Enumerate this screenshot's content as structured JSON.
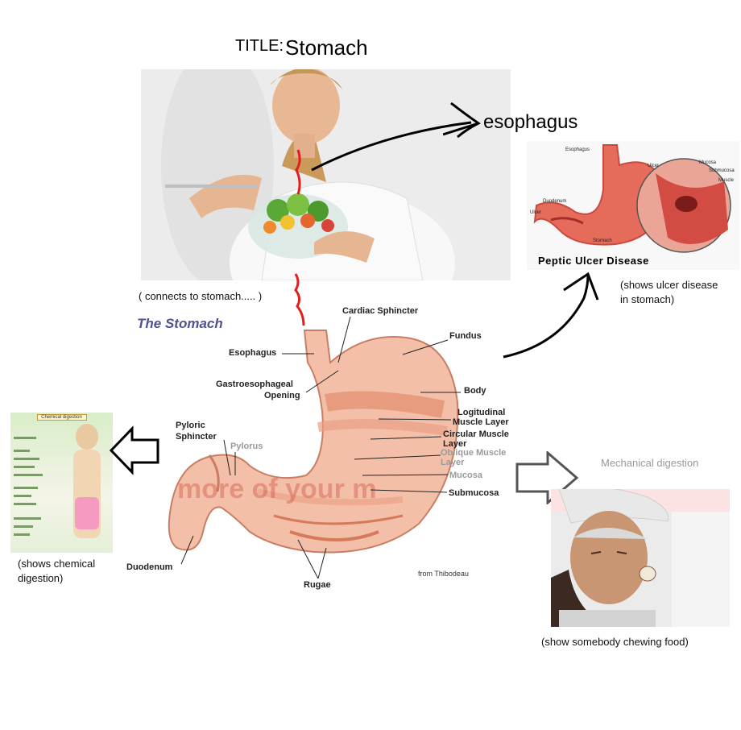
{
  "title": {
    "prefix": "TITLE:",
    "main": "Stomach"
  },
  "top_photo": {
    "annotation": "esophagus",
    "caption": "( connects to stomach..... )"
  },
  "ulcer": {
    "image_title": "Peptic Ulcer Disease",
    "caption_line1": "(shows ulcer disease",
    "caption_line2": "in stomach)",
    "labels": [
      "Esophagus",
      "Ulcer",
      "Duodenum",
      "Ulcer",
      "Stomach",
      "Mucosa",
      "Submucosa",
      "Muscle"
    ]
  },
  "diagram": {
    "title": "The Stomach",
    "credit": "from Thibodeau",
    "labels": {
      "cardiac_sphincter": "Cardiac Sphincter",
      "fundus": "Fundus",
      "esophagus": "Esophagus",
      "gastro_1": "Gastroesophageal",
      "gastro_2": "Opening",
      "body": "Body",
      "longitudinal_1": "Logitudinal",
      "longitudinal_2": "Muscle Layer",
      "circular_1": "Circular Muscle",
      "circular_2": "Layer",
      "oblique_1": "Oblique Muscle",
      "oblique_2": "Layer",
      "mucosa": "Mucosa",
      "submucosa": "Submucosa",
      "pyloric_1": "Pyloric",
      "pyloric_2": "Sphincter",
      "pylorus": "Pylorus",
      "duodenum": "Duodenum",
      "rugae": "Rugae"
    },
    "watermark": "more of your m"
  },
  "chemical": {
    "image_header": "Chemical digestion",
    "caption_line1": "(shows chemical",
    "caption_line2": "digestion)"
  },
  "mechanical": {
    "label": "Mechanical digestion",
    "caption": "(show somebody chewing food)"
  },
  "colors": {
    "stomach": "#f0b49a",
    "muscle": "#e98a6c",
    "ulcer_red": "#d9534f",
    "title_purple": "#51518f"
  }
}
